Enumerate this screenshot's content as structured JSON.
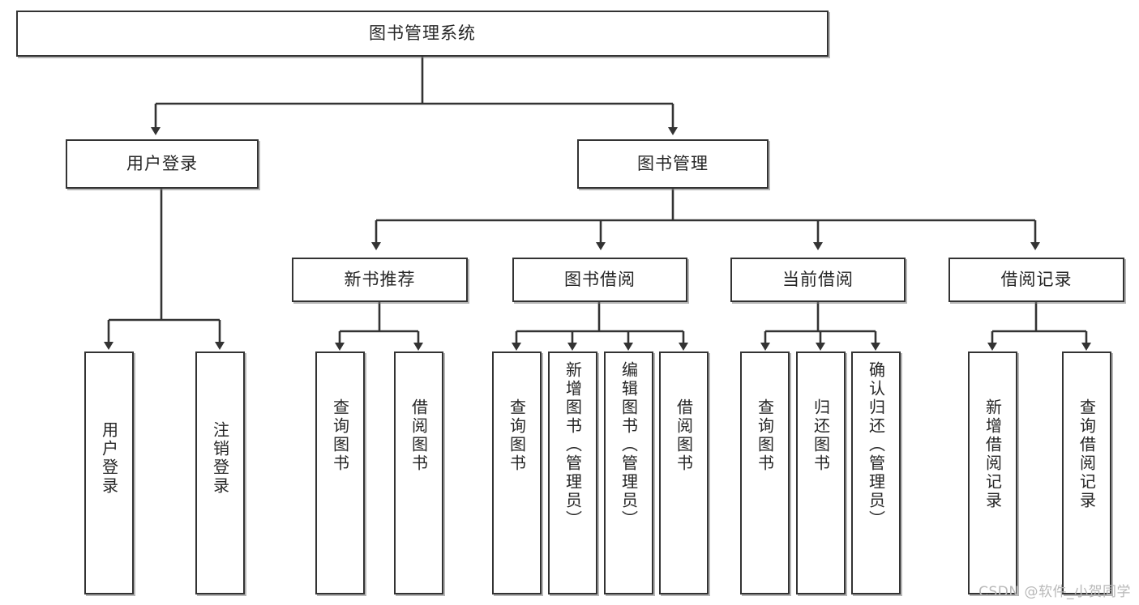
{
  "diagram": {
    "title": "图书管理系统",
    "type": "hierarchy-tree",
    "orientation": "top-down",
    "colors": {
      "box_border": "#333333",
      "box_fill": "#ffffff",
      "connector": "#333333",
      "text": "#262626",
      "watermark": "#b8b8b8"
    },
    "root": {
      "label": "图书管理系统"
    },
    "level2": [
      {
        "label": "用户登录"
      },
      {
        "label": "图书管理"
      }
    ],
    "level3": [
      {
        "label": "新书推荐"
      },
      {
        "label": "图书借阅"
      },
      {
        "label": "当前借阅"
      },
      {
        "label": "借阅记录"
      }
    ],
    "leaves": {
      "user_login": [
        {
          "label": "用户登录"
        },
        {
          "label": "注销登录"
        }
      ],
      "new_book_recommend": [
        {
          "label": "查询图书"
        },
        {
          "label": "借阅图书"
        }
      ],
      "book_borrow": [
        {
          "label": "查询图书"
        },
        {
          "label": "新增图书（管理员）"
        },
        {
          "label": "编辑图书（管理员）"
        },
        {
          "label": "借阅图书"
        }
      ],
      "current_borrow": [
        {
          "label": "查询图书"
        },
        {
          "label": "归还图书"
        },
        {
          "label": "确认归还（管理员）"
        }
      ],
      "borrow_record": [
        {
          "label": "新增借阅记录"
        },
        {
          "label": "查询借阅记录"
        }
      ]
    }
  },
  "watermark": {
    "text": "CSDN @软件_小贺同学"
  }
}
